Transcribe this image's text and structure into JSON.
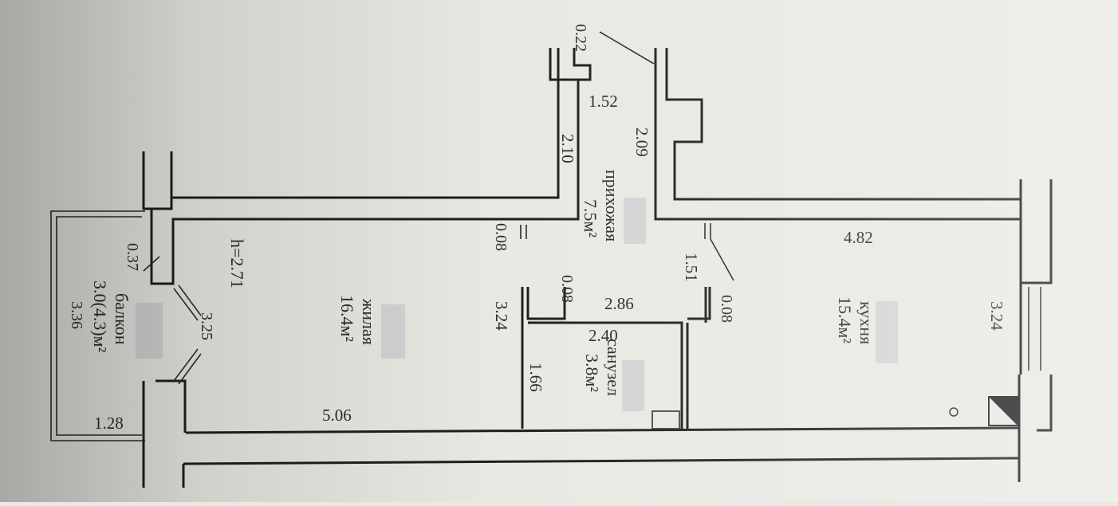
{
  "labels": {
    "kitchen_name": "кухня",
    "kitchen_area": "15.4м²",
    "living_name": "жилая",
    "living_area": "16.4м²",
    "hall_name": "прихожая",
    "hall_area": "7.5м²",
    "bath_name": "санузел",
    "bath_area": "3.8м²",
    "balcony_name": "балкон",
    "balcony_area": "3.0(4.3)м²",
    "height": "h=2.71"
  },
  "dimensions": {
    "d_022": "0.22",
    "d_152": "1.52",
    "d_210": "2.10",
    "d_209": "2.09",
    "d_008_a": "0.08",
    "d_008_b": "0.08",
    "d_008_c": "0.08",
    "d_151": "1.51",
    "d_482": "4.82",
    "d_324_left": "3.24",
    "d_324_right": "3.24",
    "d_286": "2.86",
    "d_240": "2.40",
    "d_166": "1.66",
    "d_506": "5.06",
    "d_037": "0.37",
    "d_325": "3.25",
    "d_336": "3.36",
    "d_128": "1.28"
  },
  "colors": {
    "paper": "#e9e8e3",
    "ink": "#1e1e1e"
  }
}
